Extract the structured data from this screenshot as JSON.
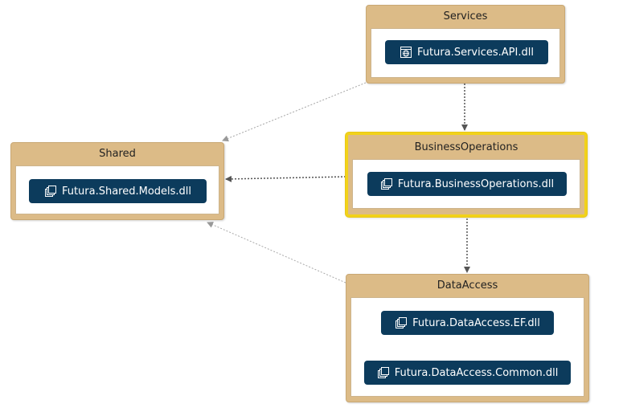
{
  "groups": {
    "services": {
      "title": "Services",
      "assembly": {
        "label": "Futura.Services.API.dll",
        "icon": "web-assembly-icon"
      }
    },
    "shared": {
      "title": "Shared",
      "assembly": {
        "label": "Futura.Shared.Models.dll",
        "icon": "assembly-icon"
      }
    },
    "business_operations": {
      "title": "BusinessOperations",
      "selected": true,
      "assembly": {
        "label": "Futura.BusinessOperations.dll",
        "icon": "assembly-icon"
      }
    },
    "data_access": {
      "title": "DataAccess",
      "assemblies": [
        {
          "label": "Futura.DataAccess.EF.dll",
          "icon": "assembly-icon"
        },
        {
          "label": "Futura.DataAccess.Common.dll",
          "icon": "assembly-icon"
        }
      ]
    }
  },
  "colors": {
    "group_fill": "#dcbb87",
    "node_fill": "#0c3b5c",
    "node_text": "#ffffff",
    "selection_border": "#f2d21a",
    "arrow": "#555555",
    "arrow_light": "#999999"
  }
}
